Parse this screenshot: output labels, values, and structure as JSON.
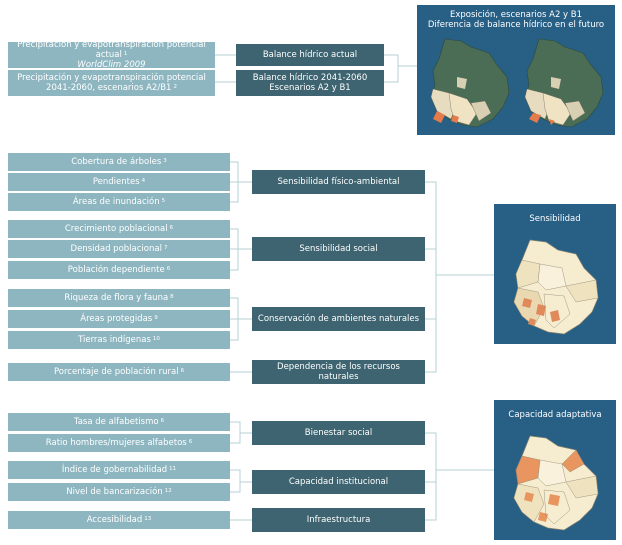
{
  "block1": {
    "inputs": [
      {
        "label": "Precipitación y evapotranspiración potencial actual",
        "sup": "1",
        "line2": "WorldClim 2009"
      },
      {
        "label": "Precipitación y evapotranspiración potencial",
        "line2": "2041-2060, escenarios A2/B1",
        "sup": "2"
      }
    ],
    "mids": [
      {
        "label": "Balance hídrico actual"
      },
      {
        "label": "Balance hídrico 2041-2060",
        "line2": "Escenarios A2 y B1"
      }
    ],
    "panel": {
      "title": "Exposición, escenarios A2 y B1",
      "subtitle": "Diferencia de balance hídrico en el futuro"
    }
  },
  "block2": {
    "inputs": [
      {
        "label": "Cobertura de árboles",
        "sup": "3"
      },
      {
        "label": "Pendientes",
        "sup": "4"
      },
      {
        "label": "Áreas de inundación",
        "sup": "5"
      },
      {
        "label": "Crecimiento poblacional",
        "sup": "6"
      },
      {
        "label": "Densidad poblacional",
        "sup": "7"
      },
      {
        "label": "Población dependiente",
        "sup": "6"
      },
      {
        "label": "Riqueza de flora y fauna",
        "sup": "8"
      },
      {
        "label": "Áreas protegidas",
        "sup": "9"
      },
      {
        "label": "Tierras indígenas",
        "sup": "10"
      },
      {
        "label": "Porcentaje de población rural",
        "sup": "6"
      }
    ],
    "mids": [
      {
        "label": "Sensibilidad físico-ambiental"
      },
      {
        "label": "Sensibilidad social"
      },
      {
        "label": "Conservación de ambientes naturales"
      },
      {
        "label": "Dependencia de los recursos naturales"
      }
    ],
    "panel": {
      "title": "Sensibilidad"
    }
  },
  "block3": {
    "inputs": [
      {
        "label": "Tasa de alfabetismo",
        "sup": "6"
      },
      {
        "label": "Ratio hombres/mujeres alfabetos",
        "sup": "6"
      },
      {
        "label": "Índice de gobernabilidad",
        "sup": "11"
      },
      {
        "label": "Nivel de bancarización",
        "sup": "12"
      },
      {
        "label": "Accesibilidad",
        "sup": "13"
      }
    ],
    "mids": [
      {
        "label": "Bienestar social"
      },
      {
        "label": "Capacidad institucional"
      },
      {
        "label": "Infraestructura"
      }
    ],
    "panel": {
      "title": "Capacidad adaptativa"
    }
  },
  "colors": {
    "input_box": "#8db6c0",
    "mid_box": "#3d6470",
    "panel": "#275f85",
    "connector": "#b7d0d6"
  }
}
